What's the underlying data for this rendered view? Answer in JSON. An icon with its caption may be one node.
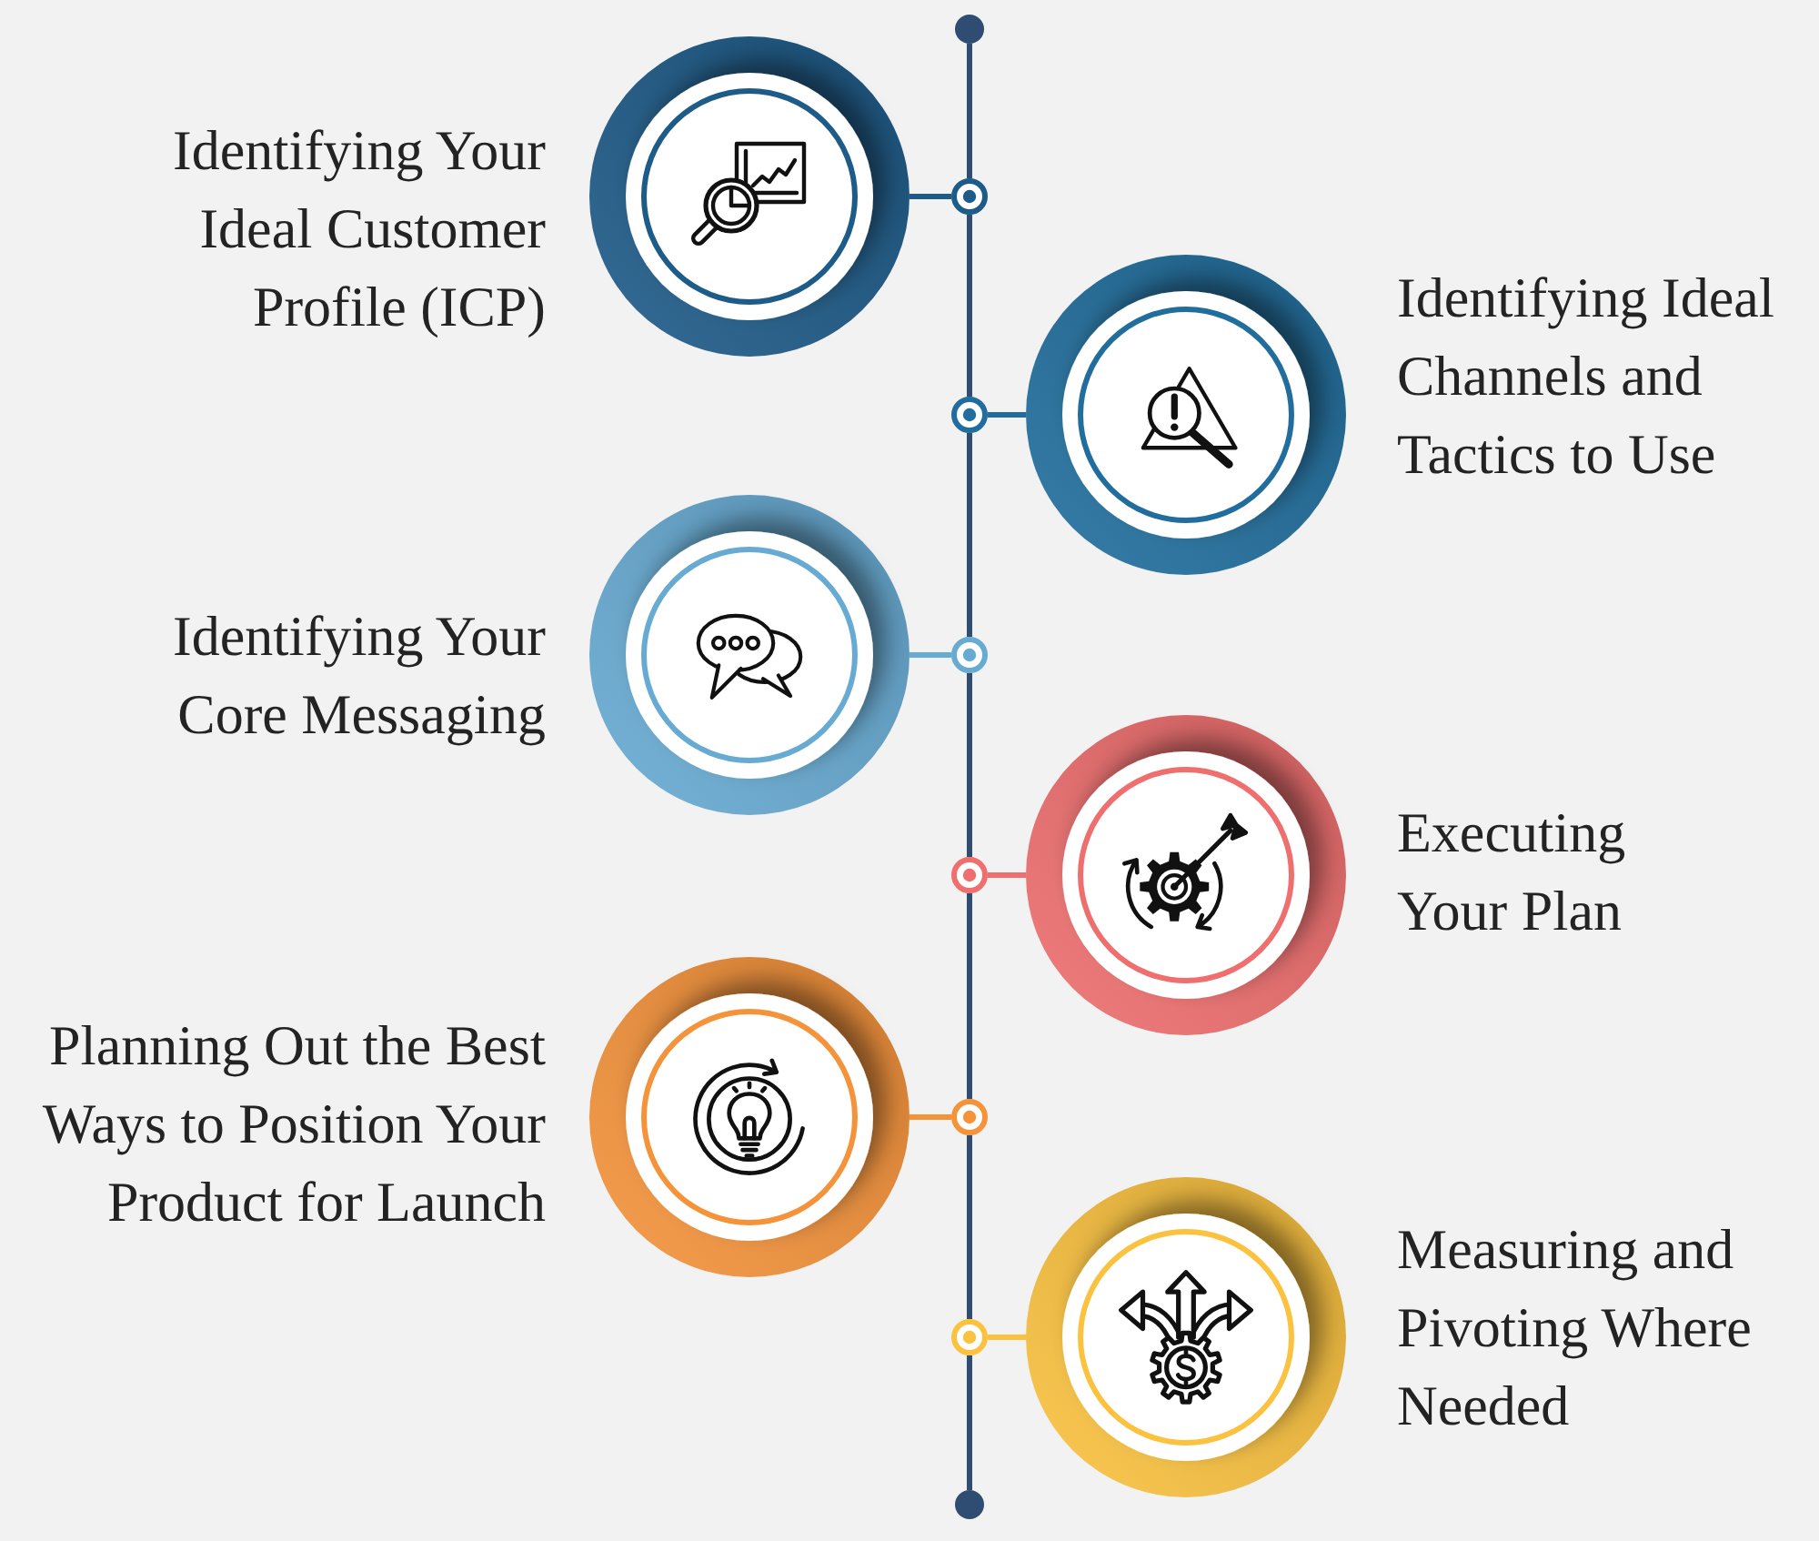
{
  "diagram": {
    "nodes": [
      {
        "text": [
          "Identifying Your Ideal Customer Profile (ICP)"
        ]
      },
      {
        "text": [
          "Identifying Ideal Channels and Tactics to Use"
        ]
      },
      {
        "text": [
          "Identifying Your Core Messaging"
        ]
      },
      {
        "text": [
          "Executing Your Plan"
        ]
      },
      {
        "text": [
          "Planning Out the Best Ways to Position Your Product for Launch"
        ]
      },
      {
        "text": [
          "Measuring and Pivoting Where Needed"
        ]
      },
      {
        "text": [],
        "shape": "circle"
      },
      {
        "text": [],
        "shape": "circle"
      },
      {
        "text": [],
        "shape": "circle"
      },
      {
        "text": [],
        "shape": "circle"
      },
      {
        "text": [],
        "shape": "circle"
      },
      {
        "text": [],
        "shape": "circle"
      },
      {
        "text": [],
        "shape": "circle"
      },
      {
        "text": [],
        "shape": "circle"
      }
    ],
    "edges": [
      {
        "from": 6,
        "to": 7,
        "arrow": "none"
      },
      {
        "from": 0,
        "to": 7,
        "arrow": "none",
        "color": "#1d5b88"
      },
      {
        "from": 7,
        "to": 8,
        "arrow": "none"
      },
      {
        "from": 1,
        "to": 8,
        "arrow": "none",
        "color": "#216e9e"
      },
      {
        "from": 8,
        "to": 9,
        "arrow": "none"
      },
      {
        "from": 2,
        "to": 9,
        "arrow": "none",
        "color": "#67abd3"
      },
      {
        "from": 9,
        "to": 10,
        "arrow": "none"
      },
      {
        "from": 3,
        "to": 10,
        "arrow": "none",
        "color": "#ef6e6e"
      },
      {
        "from": 10,
        "to": 11,
        "arrow": "none"
      },
      {
        "from": 4,
        "to": 11,
        "arrow": "none",
        "color": "#f5933b"
      },
      {
        "from": 11,
        "to": 12,
        "arrow": "none"
      },
      {
        "from": 5,
        "to": 12,
        "arrow": "none",
        "color": "#fbc23f"
      },
      {
        "from": 12,
        "to": 13,
        "arrow": "none"
      }
    ]
  }
}
